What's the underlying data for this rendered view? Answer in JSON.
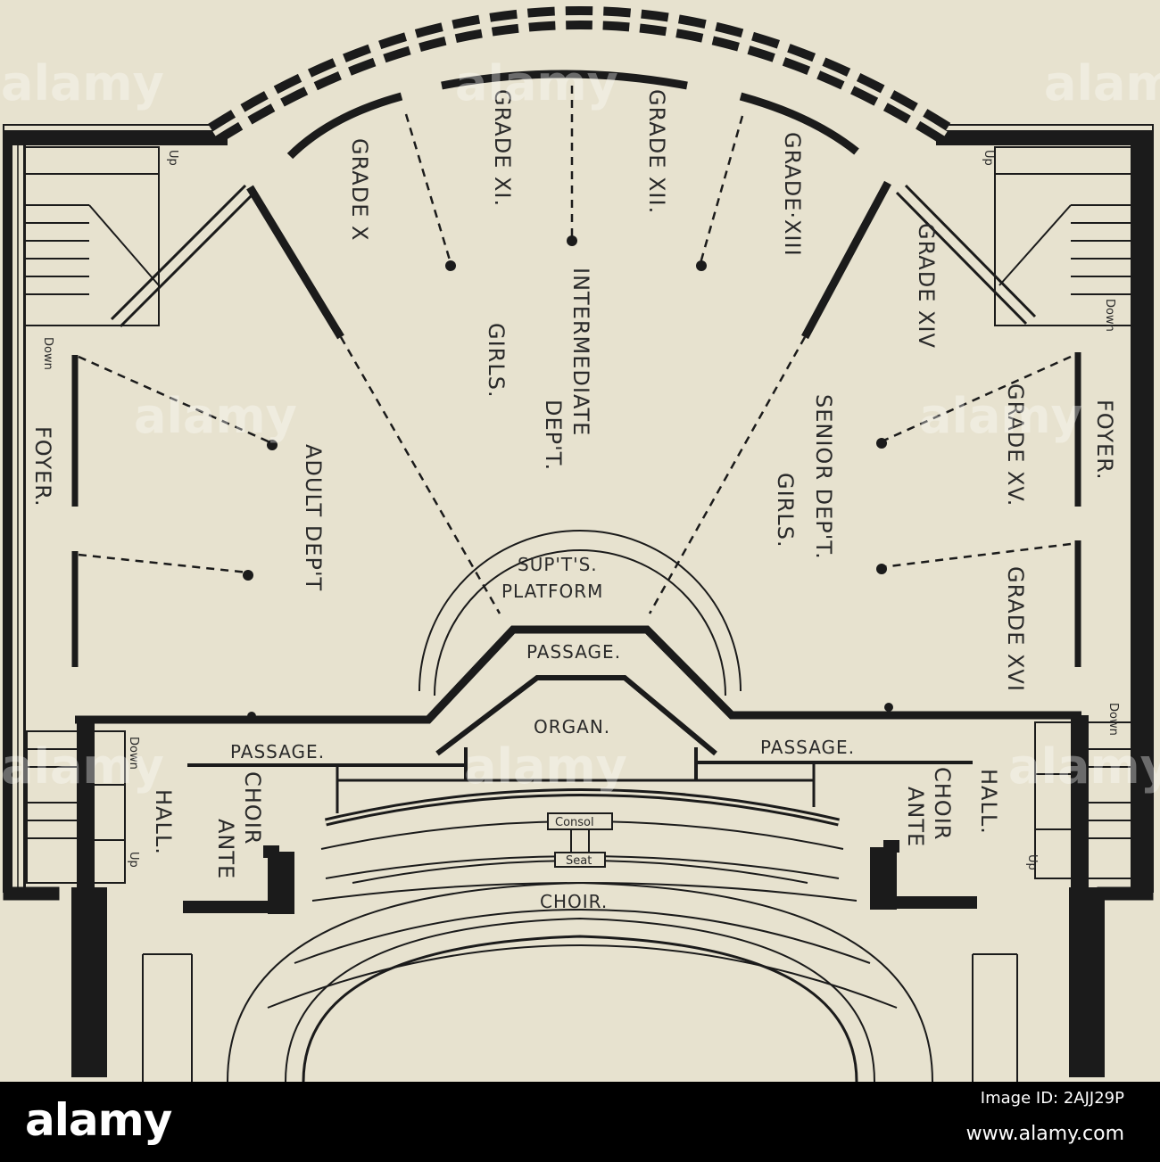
{
  "plan": {
    "ink_color": "#1b1b1b",
    "paper_color": "#e7e2cf",
    "labels": {
      "grade_x": "GRADE X",
      "grade_xi": "GRADE XI.",
      "grade_xii": "GRADE XII.",
      "grade_xiii": "GRADE·XIII",
      "grade_xiv": "GRADE XIV",
      "grade_xv": "GRADE XV.",
      "grade_xvi": "GRADE XVI",
      "intermediate": "INTERMEDIATE",
      "intermediate_dept": "DEP'T.",
      "girls_intermediate": "GIRLS.",
      "senior_dept": "SENIOR DEP'T.",
      "girls_senior": "GIRLS.",
      "adult_dept": "ADULT DEP'T",
      "foyer_left": "FOYER.",
      "foyer_right": "FOYER.",
      "supts": "SUP'T'S.",
      "platform": "PLATFORM",
      "passage_center": "PASSAGE.",
      "passage_left": "PASSAGE.",
      "passage_right": "PASSAGE.",
      "organ": "ORGAN.",
      "choir_ante_left_1": "CHOIR",
      "choir_ante_left_2": "ANTE",
      "choir_ante_right_1": "CHOIR",
      "choir_ante_right_2": "ANTE",
      "hall_left": "HALL.",
      "hall_right": "HALL.",
      "choir": "CHOIR.",
      "consol": "Consol",
      "seat": "Seat",
      "up": "Up",
      "down": "Down"
    },
    "watermark": "alamy"
  },
  "footer": {
    "logo": "alamy",
    "image_id_line": "Image ID: 2AJJ29P",
    "url": "www.alamy.com"
  }
}
